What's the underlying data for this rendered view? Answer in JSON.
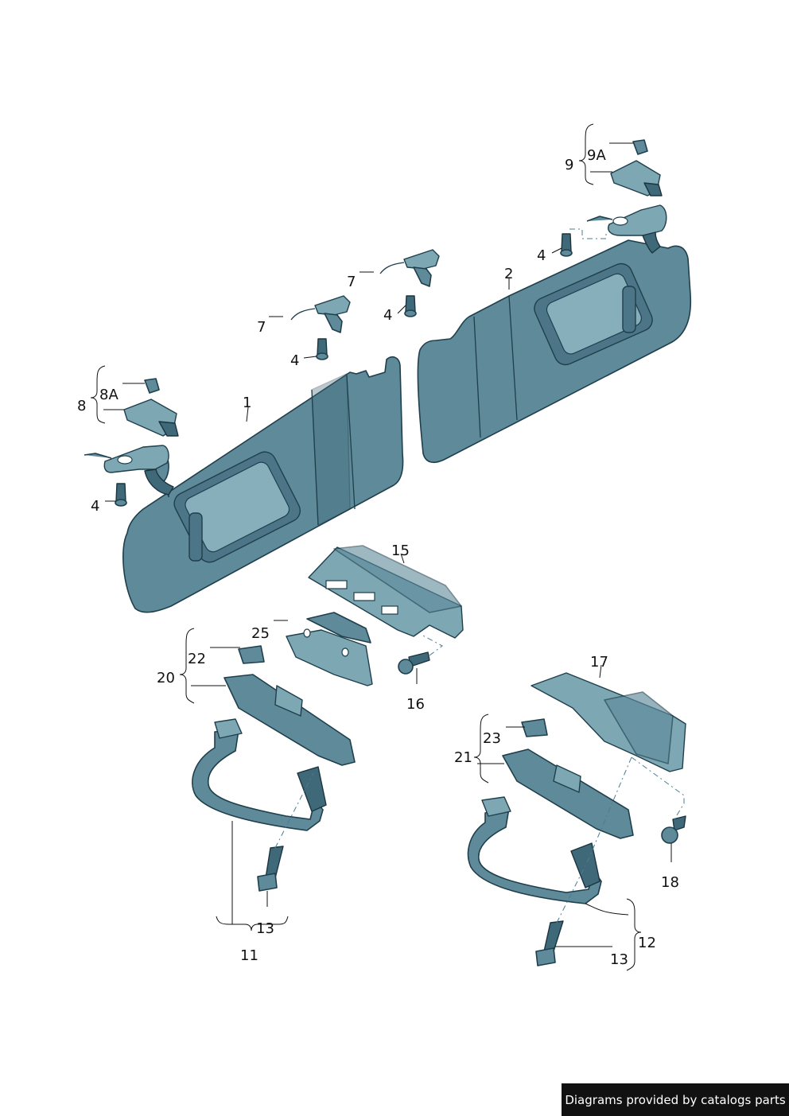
{
  "callouts": {
    "c1": "1",
    "c2": "2",
    "c4a": "4",
    "c4b": "4",
    "c4c": "4",
    "c4d": "4",
    "c7a": "7",
    "c7b": "7",
    "c8": "8",
    "c8a": "8A",
    "c9": "9",
    "c9a": "9A",
    "c11": "11",
    "c12": "12",
    "c13a": "13",
    "c13b": "13",
    "c15": "15",
    "c16": "16",
    "c17": "17",
    "c18": "18",
    "c20": "20",
    "c21": "21",
    "c22": "22",
    "c23": "23",
    "c25": "25"
  },
  "footer": {
    "text": "Diagrams provided by catalogs parts"
  },
  "colors": {
    "part": "#5e8a9a",
    "outline": "#1f3f4c",
    "banner": "#111111"
  }
}
